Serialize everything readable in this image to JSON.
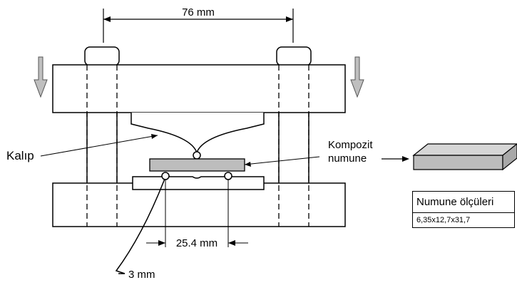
{
  "labels": {
    "top_dimension": "76 mm",
    "mold": "Kalıp",
    "composite_line1": "Kompozit",
    "composite_line2": "numune",
    "support_span": "25.4 mm",
    "radius": "3 mm"
  },
  "specimen_table": {
    "header": "Numune ölçüleri",
    "value": "6,35x12,7x31,7"
  },
  "colors": {
    "line": "#000000",
    "specimen_fill": "#bdbdbd",
    "arrow_fill": "#bfbfbf"
  }
}
